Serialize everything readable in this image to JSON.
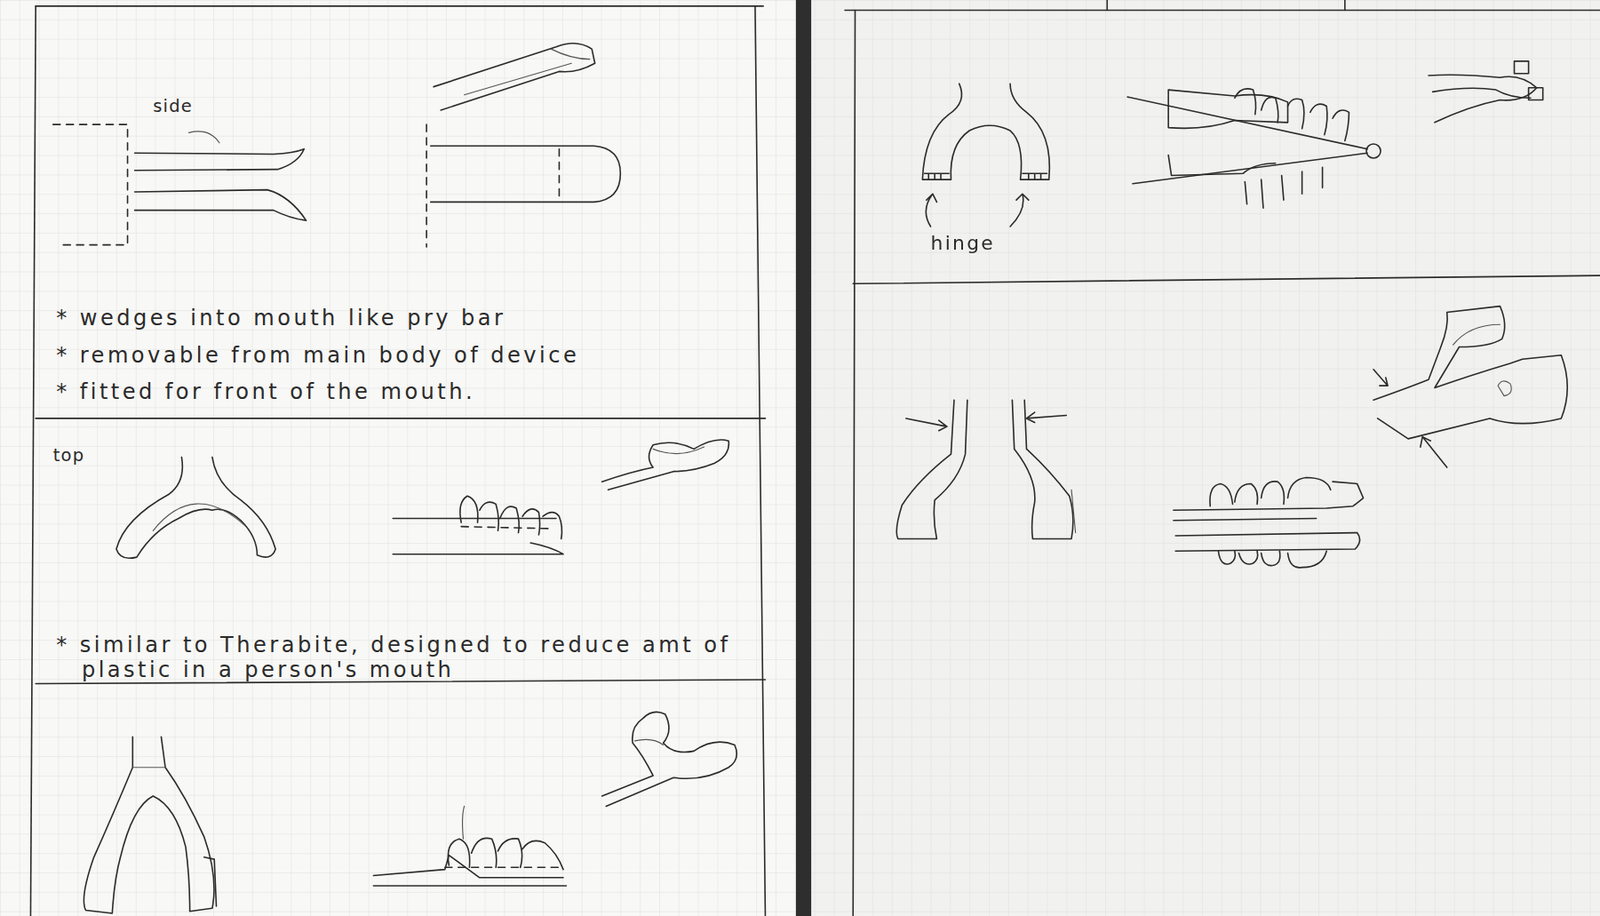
{
  "diagram": {
    "labels": [
      "side",
      "* wedges into mouth like pry bar",
      "* removable from main body of device",
      "* fitted for front of the mouth.",
      "top",
      "* similar to Therabite, designed to reduce amt of plastic in a person's mouth",
      "hinge"
    ]
  }
}
